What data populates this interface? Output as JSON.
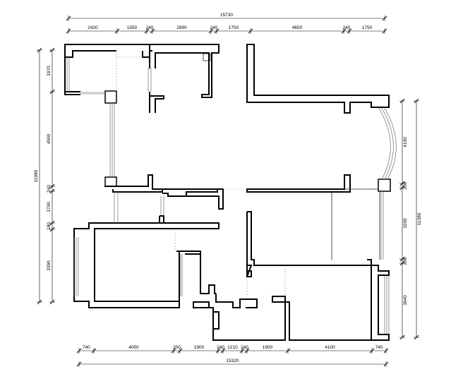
{
  "dimensions": {
    "top_total": "15730",
    "top_segments": [
      "2420",
      "1550",
      "240",
      "2890",
      "240",
      "1750",
      "4650",
      "240",
      "1750"
    ],
    "bottom_total": "15320",
    "bottom_segments": [
      "740",
      "4050",
      "200",
      "1900",
      "240",
      "1210",
      "240",
      "1900",
      "4100",
      "740"
    ],
    "left_total": "11980",
    "left_segments": [
      "1970",
      "4500",
      "240",
      "1700",
      "180",
      "3390"
    ],
    "right_total": "11380",
    "right_segments": [
      "4100",
      "200",
      "3200",
      "200",
      "3640"
    ]
  }
}
